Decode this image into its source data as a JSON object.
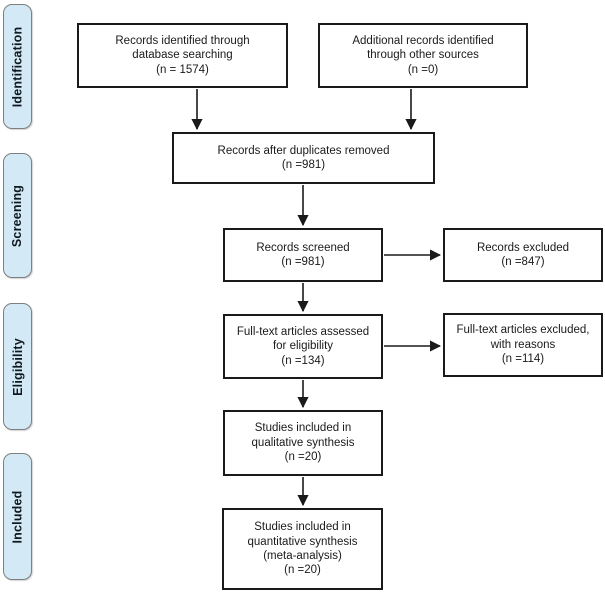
{
  "stages": [
    {
      "id": "identification",
      "label": "Identification"
    },
    {
      "id": "screening",
      "label": "Screening"
    },
    {
      "id": "eligibility",
      "label": "Eligibility"
    },
    {
      "id": "included",
      "label": "Included"
    }
  ],
  "flow": {
    "identified_db": {
      "lines": "Records identified through\ndatabase searching\n(n = 1574)"
    },
    "identified_other": {
      "lines": "Additional records identified\nthrough other sources\n(n =0)"
    },
    "after_duplicates": {
      "lines": "Records after duplicates removed\n(n =981)"
    },
    "screened": {
      "lines": "Records screened\n(n =981)"
    },
    "excluded": {
      "lines": "Records excluded\n(n =847)"
    },
    "fulltext_assessed": {
      "lines": "Full-text articles assessed\nfor eligibility\n(n =134)"
    },
    "fulltext_excluded": {
      "lines": "Full-text articles excluded,\nwith reasons\n(n =114)"
    },
    "qualitative": {
      "lines": "Studies included in\nqualitative synthesis\n(n =20)"
    },
    "quantitative": {
      "lines": "Studies included in\nquantitative synthesis\n(meta-analysis)\n(n =20)"
    }
  },
  "edges": [
    {
      "from": "identified_db",
      "to": "after_duplicates"
    },
    {
      "from": "identified_other",
      "to": "after_duplicates"
    },
    {
      "from": "after_duplicates",
      "to": "screened"
    },
    {
      "from": "screened",
      "to": "excluded"
    },
    {
      "from": "screened",
      "to": "fulltext_assessed"
    },
    {
      "from": "fulltext_assessed",
      "to": "fulltext_excluded"
    },
    {
      "from": "fulltext_assessed",
      "to": "qualitative"
    },
    {
      "from": "qualitative",
      "to": "quantitative"
    }
  ],
  "colors": {
    "stage_fill": "#d3eaf6",
    "stage_border": "#7f7f7f",
    "box_border": "#1a1a1a",
    "arrow": "#1a1a1a",
    "background": "#ffffff"
  }
}
